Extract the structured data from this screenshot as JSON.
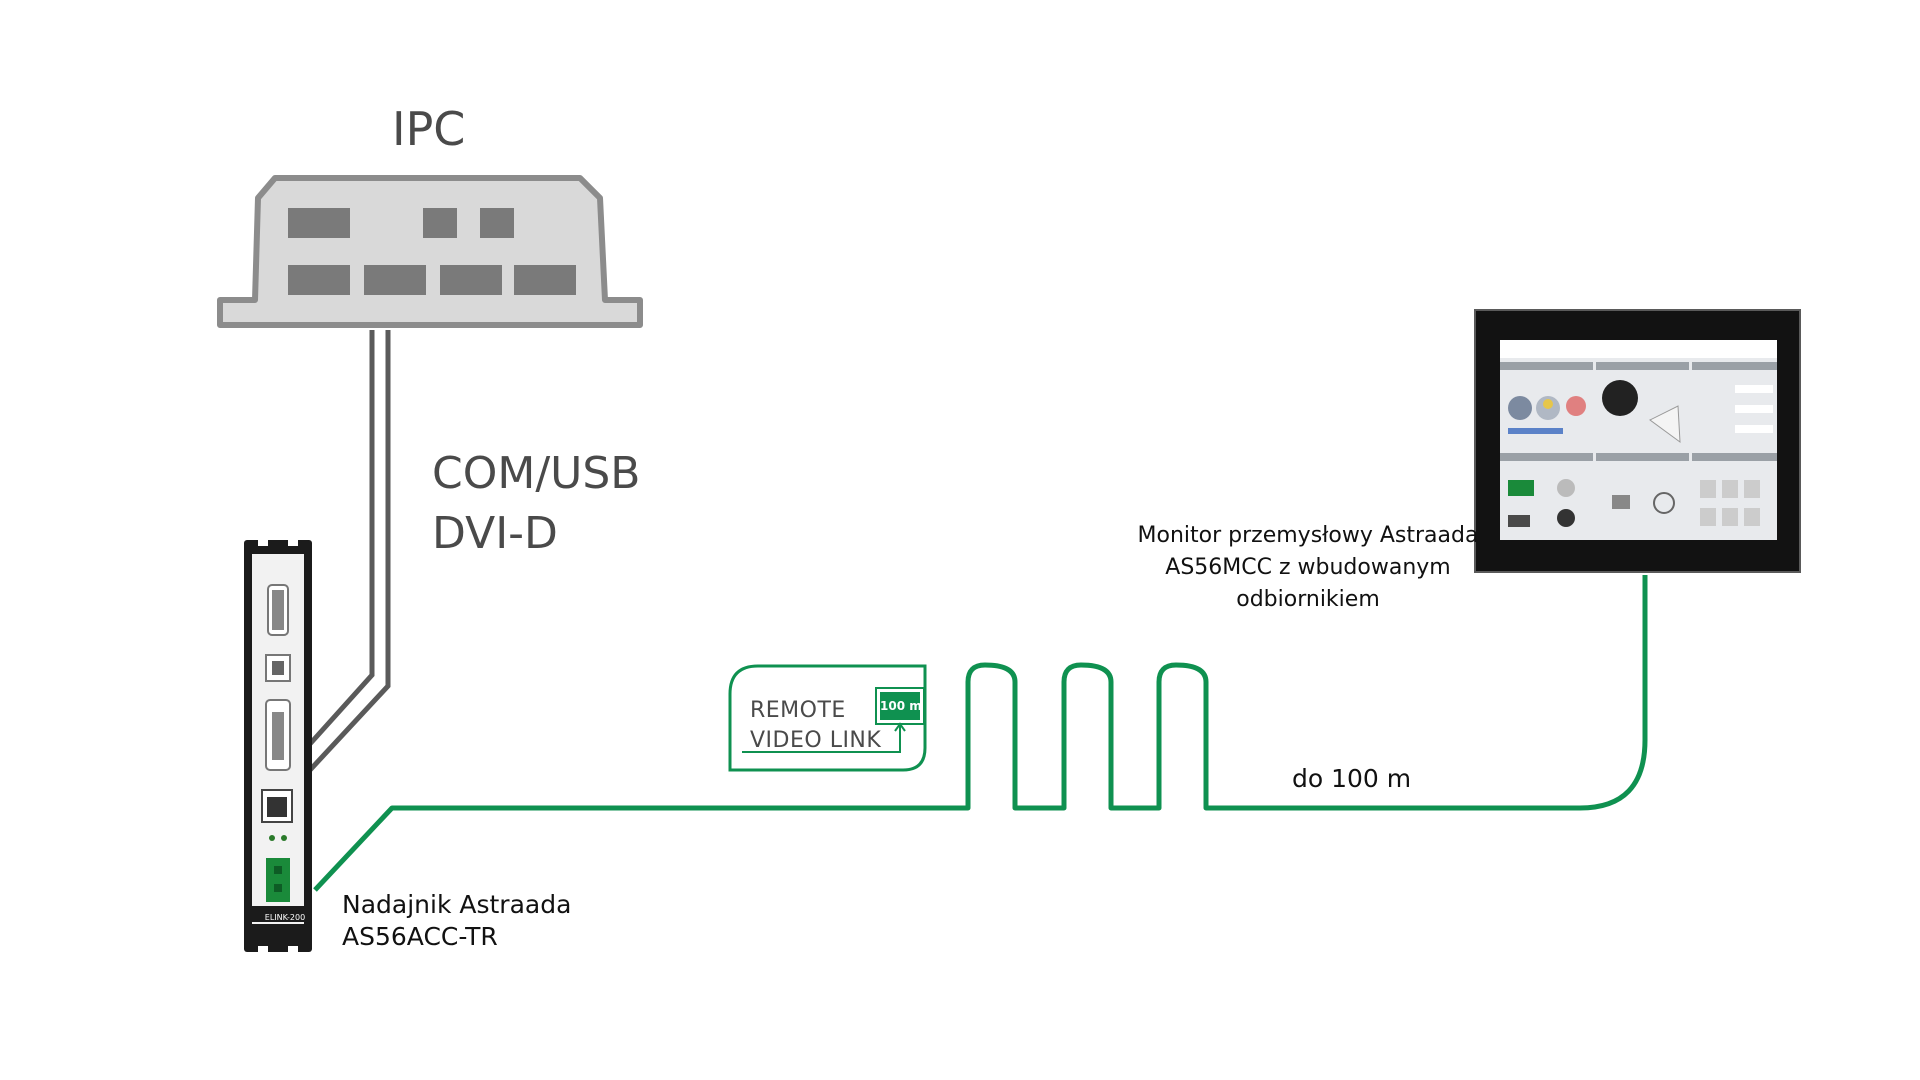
{
  "ipc": {
    "title": "IPC"
  },
  "connection": {
    "line1": "COM/USB",
    "line2": "DVI-D"
  },
  "transmitter": {
    "line1": "Nadajnik Astraada",
    "line2": "AS56ACC-TR",
    "brand": "ELINK-200"
  },
  "monitor": {
    "line1": "Monitor przemysłowy Astraada",
    "line2": "AS56MCC z wbudowanym",
    "line3": "odbiornikiem"
  },
  "cable": {
    "distance": "do 100 m"
  },
  "remote_video_link": {
    "line1": "REMOTE",
    "line2": "VIDEO LINK",
    "badge": "100 m"
  },
  "colors": {
    "cable_green": "#0f9150",
    "ipc_gray": "#d9d9d9",
    "device_dark": "#1b1b1b"
  }
}
